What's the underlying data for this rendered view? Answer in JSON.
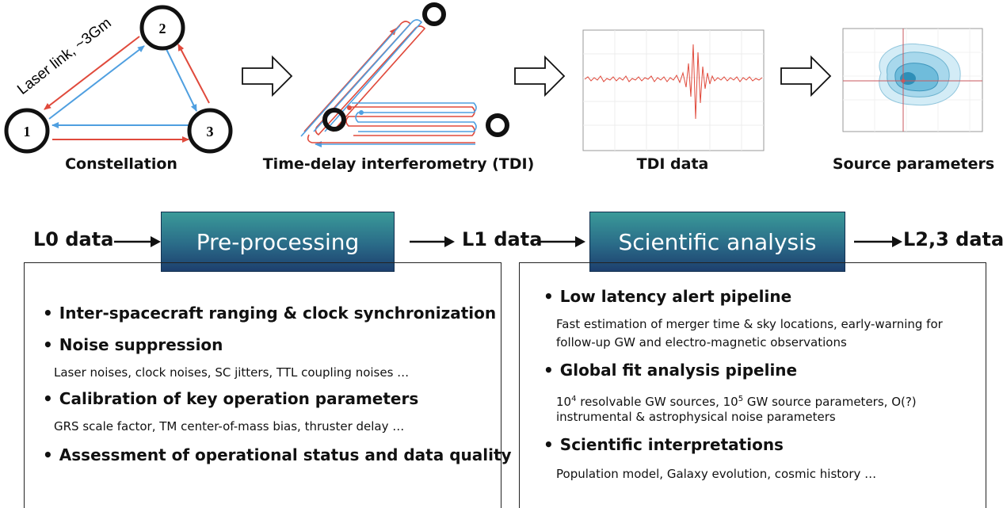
{
  "constellation": {
    "caption": "Constellation",
    "link_label": "Laser link, ~3Gm",
    "nodes": [
      "1",
      "2",
      "3"
    ],
    "colors": {
      "red": "#e04a3c",
      "blue": "#4f9fe0"
    }
  },
  "tdi": {
    "caption": "Time-delay interferometry (TDI)"
  },
  "tdi_data": {
    "caption": "TDI data"
  },
  "source_params": {
    "caption": "Source parameters"
  },
  "flow": {
    "l0": "L0 data",
    "stage1": "Pre-processing",
    "l1": "L1 data",
    "stage2": "Scientific analysis",
    "l23": "L2,3 data"
  },
  "preprocessing_items": [
    {
      "title": "Inter-spacecraft ranging & clock synchronization",
      "detail": ""
    },
    {
      "title": "Noise suppression",
      "detail": "Laser noises, clock noises, SC jitters, TTL coupling noises …"
    },
    {
      "title": "Calibration of key operation parameters",
      "detail": "GRS scale factor, TM center-of-mass bias, thruster delay …"
    },
    {
      "title": "Assessment of operational status and data quality",
      "detail": ""
    }
  ],
  "analysis_items": [
    {
      "title": "Low latency alert pipeline",
      "detail_line1": "Fast estimation of merger time & sky locations, early-warning for",
      "detail_line2": "follow-up GW and electro-magnetic observations"
    },
    {
      "title": "Global fit analysis pipeline",
      "detail_a": "10",
      "detail_a_exp": "4",
      "detail_b": " resolvable GW sources, 10",
      "detail_b_exp": "5",
      "detail_c": " GW source parameters, O(?)",
      "detail_line2": "instrumental & astrophysical noise parameters"
    },
    {
      "title": "Scientific interpretations",
      "detail_line1": "Population model, Galaxy evolution, cosmic history …"
    }
  ]
}
